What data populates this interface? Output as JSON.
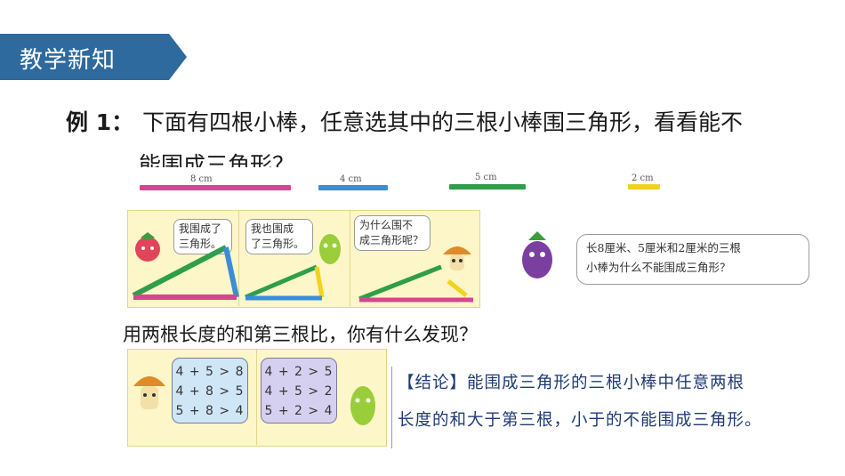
{
  "header": {
    "title": "教学新知",
    "color": "#2e6a9e"
  },
  "problem": {
    "label": "例 1：",
    "line1": "下面有四根小棒，任意选其中的三根小棒围三角形，看看能不",
    "line2": "能围成三角形？"
  },
  "sticks": [
    {
      "label": "8 cm",
      "color": "#d6458f"
    },
    {
      "label": "4 cm",
      "color": "#3a8ed6"
    },
    {
      "label": "5 cm",
      "color": "#2e9e4a"
    },
    {
      "label": "2 cm",
      "color": "#f2d21e"
    }
  ],
  "panels": {
    "bubble1": [
      "我围成了",
      "三角形。"
    ],
    "bubble2": [
      "我也围成",
      "了三角形。"
    ],
    "bubble3": [
      "为什么围不",
      "成三角形呢？"
    ]
  },
  "side_bubble": [
    "长8厘米、5厘米和2厘米的三根",
    "小棒为什么不能围成三角形？"
  ],
  "question": "用两根长度的和第三根比，你有什么发现？",
  "inequalities": {
    "left": [
      "4 + 5 > 8",
      "4 + 8 > 5",
      "5 + 8 > 4"
    ],
    "right": [
      "4 + 2 > 5",
      "4 + 5 > 2",
      "5 + 2 > 4"
    ]
  },
  "conclusion": {
    "line1": "【结论】能围成三角形的三根小棒中任意两根",
    "line2": "长度的和大于第三根，小于的不能围成三角形。"
  }
}
